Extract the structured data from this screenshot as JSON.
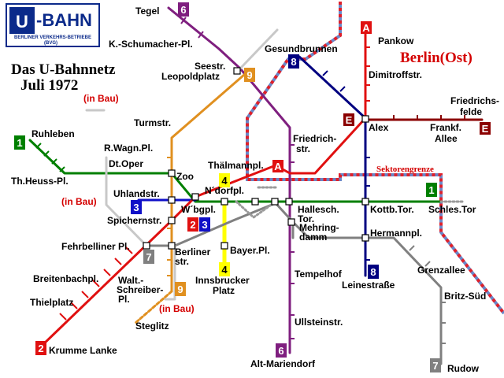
{
  "logo": {
    "letter": "U",
    "word": "-BAHN",
    "operator": "BERLINER VERKEHRS-BETRIEBE",
    "abbr": "(BVG)"
  },
  "title": {
    "line1": "Das U-Bahnnetz",
    "line2": "Juli 1972"
  },
  "region_label": "Berlin(Ost)",
  "border_label": "Sektorengrenze",
  "under_construction": "(in Bau)",
  "lines": [
    {
      "id": "1",
      "color": "#007f00"
    },
    {
      "id": "2",
      "color": "#e01010"
    },
    {
      "id": "3",
      "color": "#1010c8"
    },
    {
      "id": "4",
      "color": "#ffff00"
    },
    {
      "id": "6",
      "color": "#7f1f7f"
    },
    {
      "id": "7",
      "color": "#808080"
    },
    {
      "id": "8",
      "color": "#000080"
    },
    {
      "id": "9",
      "color": "#e09020"
    },
    {
      "id": "A",
      "color": "#e01010"
    },
    {
      "id": "E",
      "color": "#8b0000"
    }
  ],
  "stations": {
    "tegel": "Tegel",
    "kschumacher": "K.-Schumacher-Pl.",
    "seestr": "Seestr.",
    "leopoldplatz": "Leopoldplatz",
    "gesundbrunnen": "Gesundbrunnen",
    "pankow": "Pankow",
    "dimitroffstr": "Dimitroffstr.",
    "friedrichsfelde_1": "Friedrichs-",
    "friedrichsfelde_2": "felde",
    "frankfallee_1": "Frankf.",
    "frankfallee_2": "Allee",
    "alex": "Alex",
    "ruhleben": "Ruhleben",
    "turmstr": "Turmstr.",
    "friedrichstr_1": "Friedrich-",
    "friedrichstr_2": "str.",
    "rwagnerpl": "R.Wagn.Pl.",
    "dtoper": "Dt.Oper",
    "thheusspl": "Th.Heuss-Pl.",
    "zoo": "Zoo",
    "thaelmannpl": "Thälmannpl.",
    "uhlandstr": "Uhlandstr.",
    "ndorfpl": "N´dorfpl.",
    "wbgpl": "W´bgpl.",
    "spichernstr": "Spichernstr.",
    "hallesch_1": "Hallesch.",
    "hallesch_2": "Tor.",
    "mehringdamm_1": "Mehring-",
    "mehringdamm_2": "damm",
    "kottbtor": "Kottb.Tor.",
    "schlestor": "Schles.Tor",
    "fehrbellinerpl": "Fehrbelliner Pl.",
    "berlinerstr_1": "Berliner",
    "berlinerstr_2": "str.",
    "bayerpl": "Bayer.Pl.",
    "hermannpl": "Hermannpl.",
    "breitenbachpl": "Breitenbachpl.",
    "waltschreiber_1": "Walt.-",
    "waltschreiber_2": "Schreiber-",
    "waltschreiber_3": "Pl.",
    "innsbrucker_1": "Innsbrucker",
    "innsbrucker_2": "Platz",
    "leinestr": "Leinestraße",
    "grenzallee": "Grenzallee",
    "thielplatz": "Thielplatz",
    "tempelhof": "Tempelhof",
    "britzsued": "Britz-Süd",
    "steglitz": "Steglitz",
    "ullsteinstr": "Ullsteinstr.",
    "krummelanke": "Krumme Lanke",
    "altmariendorf": "Alt-Mariendorf",
    "rudow": "Rudow"
  }
}
